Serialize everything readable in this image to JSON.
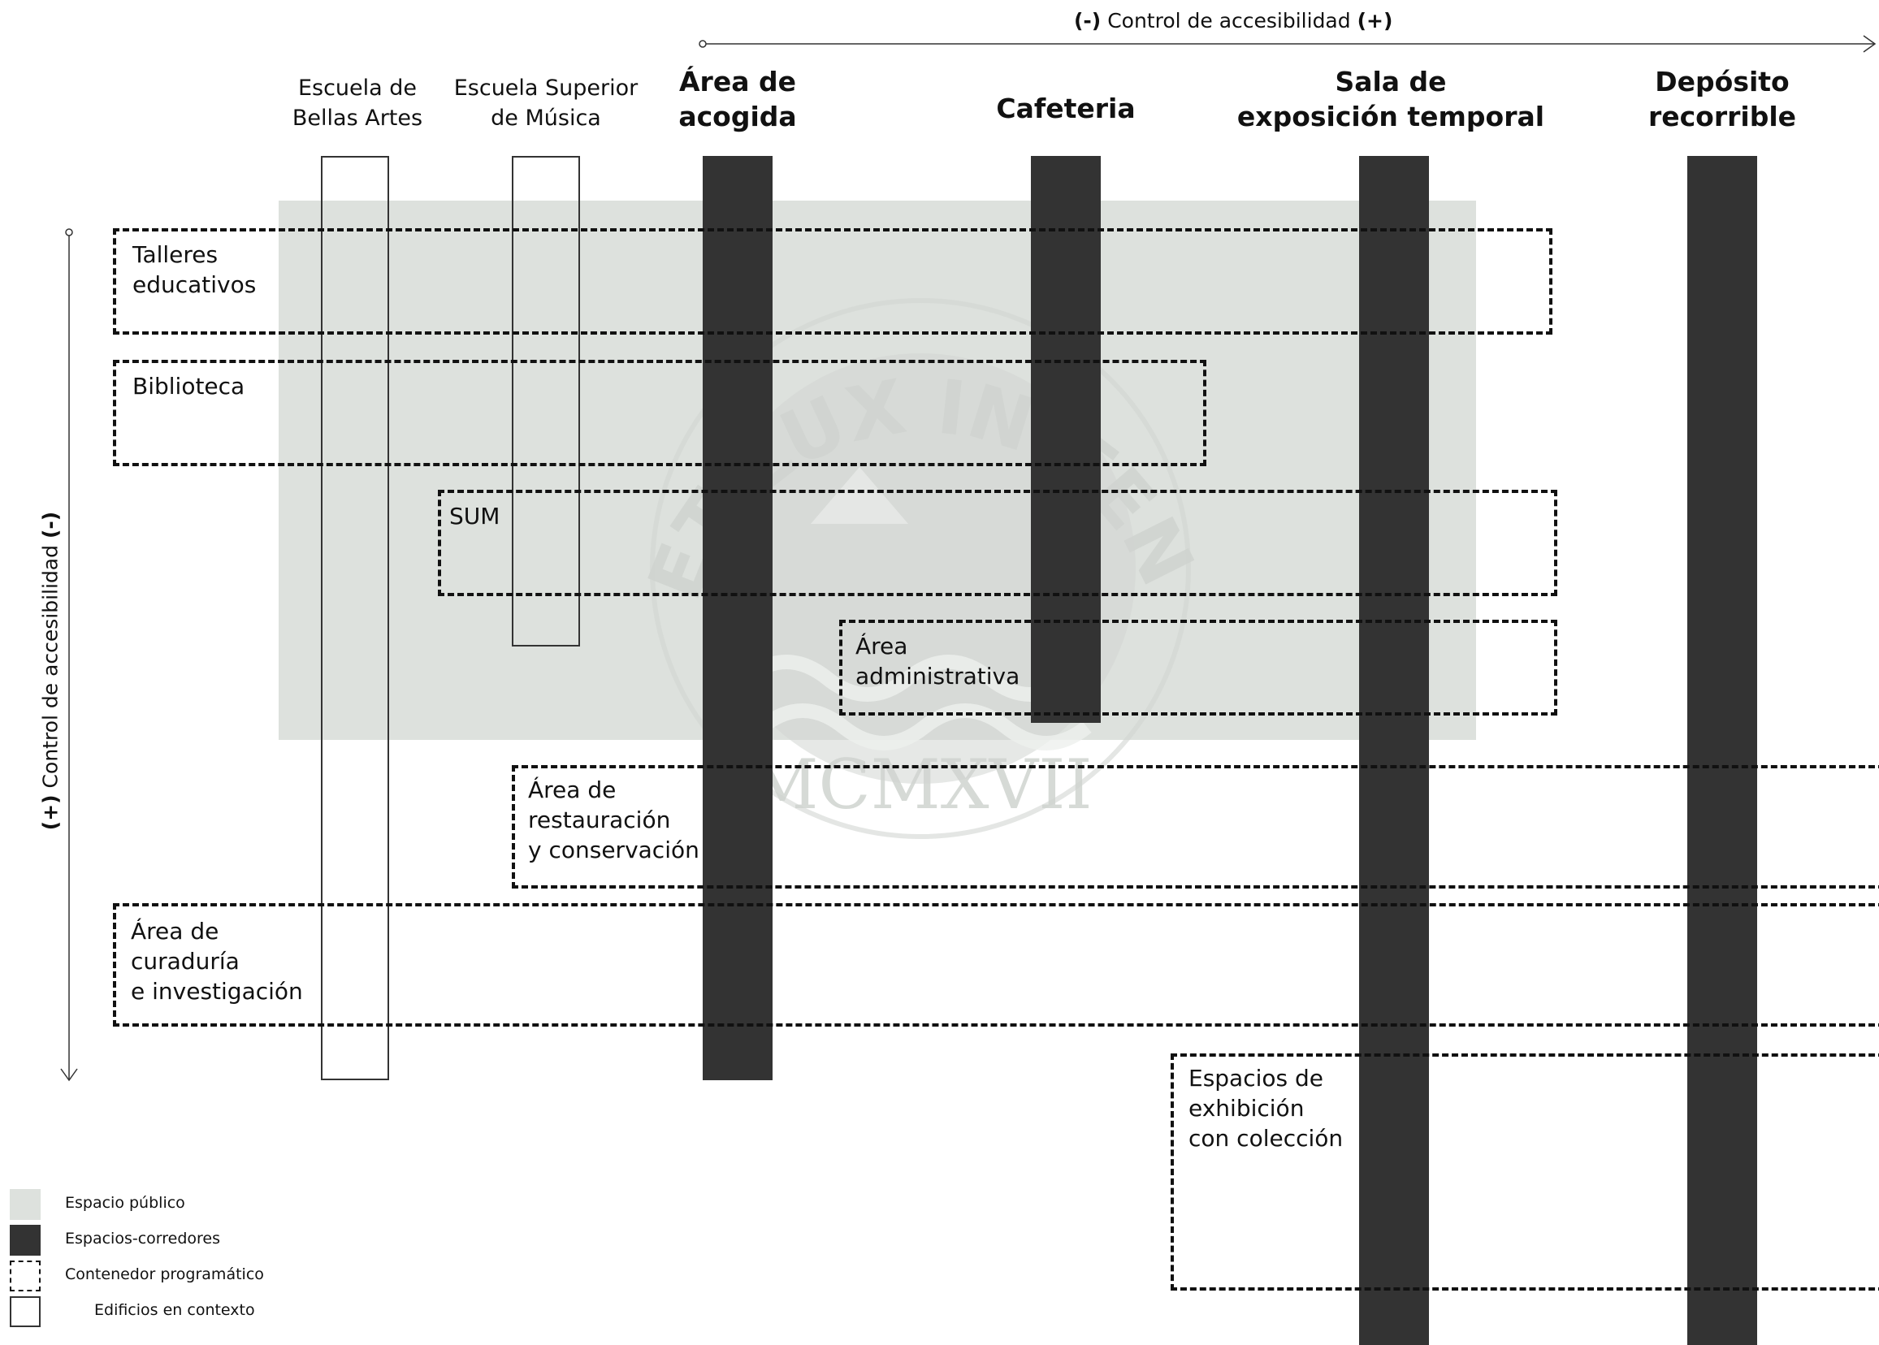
{
  "axes": {
    "horizontal": {
      "minus": "(-)",
      "label": "Control de accesibilidad",
      "plus": "(+)"
    },
    "vertical": {
      "plus": "(+)",
      "label": "Control de accesibilidad",
      "minus": "(-)"
    }
  },
  "columns": {
    "bellas_artes": "Escuela de\nBellas Artes",
    "musica": "Escuela Superior\nde Música",
    "acogida": "Área de\nacogida",
    "cafeteria": "Cafeteria",
    "sala": "Sala de\nexposición temporal",
    "deposito": "Depósito\nrecorrible"
  },
  "containers": {
    "talleres": "Talleres\neducativos",
    "biblioteca": "Biblioteca",
    "sum": "SUM",
    "administrativa": "Área\nadministrativa",
    "restauracion": "Área de\nrestauración\ny conservación",
    "curaduria": "Área de\ncuraduría\ne investigación",
    "exhibicion": "Espacios de\nexhibición\ncon colección"
  },
  "watermark": {
    "motto": "ET LUX IN TENEBRIS LUCET",
    "year": "MCMXVII"
  },
  "legend": {
    "public": "Espacio público",
    "corridors": "Espacios-corredores",
    "container": "Contenedor programático",
    "context": "Edificios en contexto"
  },
  "colors": {
    "public_space": "#dde1dd",
    "corridor": "#333333",
    "ink": "#111111",
    "watermark": "#cfd3cf"
  }
}
